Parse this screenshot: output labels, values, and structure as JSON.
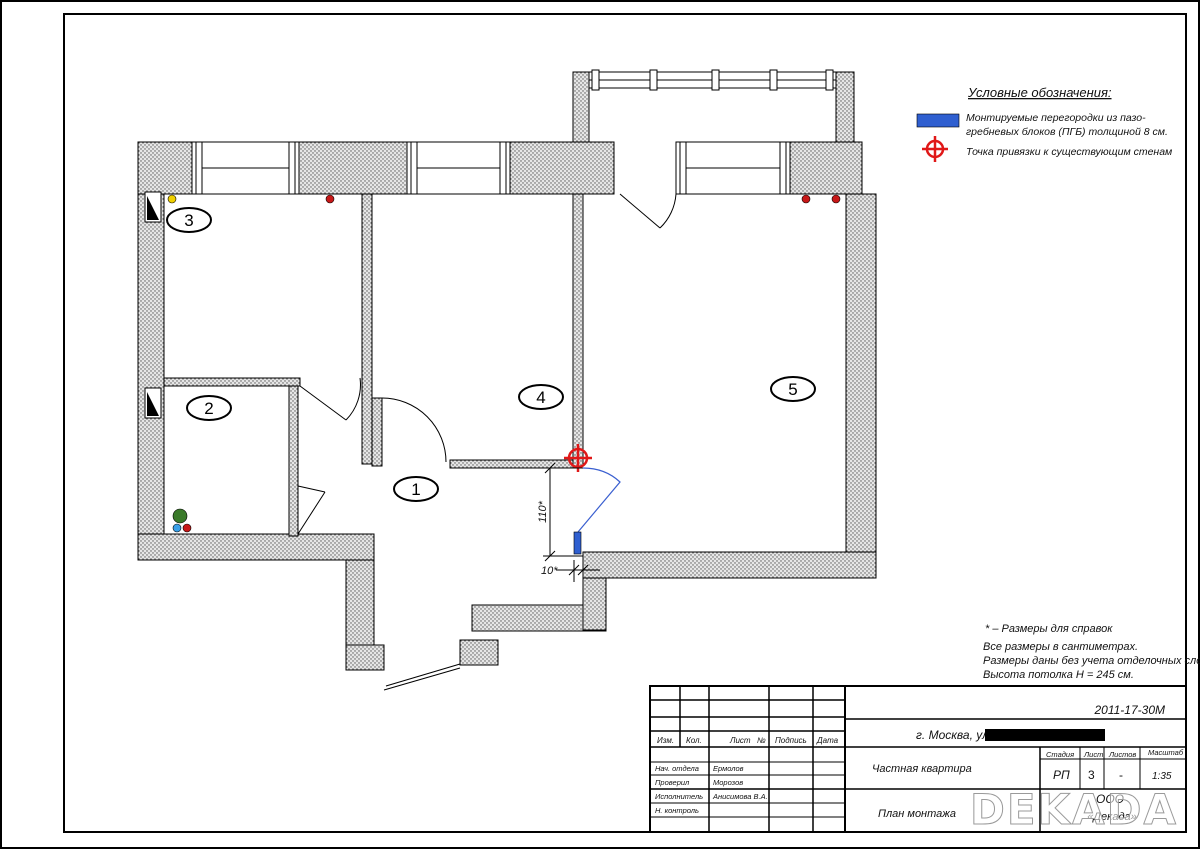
{
  "legend": {
    "title": "Условные обозначения:",
    "partition_line1": "Монтируемые перегородки из пазо-",
    "partition_line2": "гребневых блоков (ПГБ) толщиной 8 см.",
    "anchor": "Точка привязки к существующим стенам",
    "partition_color": "#2f5fd0",
    "anchor_color": "#e01818"
  },
  "rooms": [
    "1",
    "2",
    "3",
    "4",
    "5"
  ],
  "dimensions": {
    "vertical": "110*",
    "horizontal": "10*"
  },
  "notes": [
    "* – Размеры для справок",
    "Все размеры в сантиметрах.",
    "Размеры даны без учета отделочных слоев.",
    "Высота потолка H = 245 см."
  ],
  "title_block": {
    "code": "2011-17-30М",
    "address": "г. Москва, ул.",
    "headers": [
      "Изм.",
      "Кол.",
      "Лист",
      "№",
      "Подпись",
      "Дата"
    ],
    "roles": [
      "Нач. отдела",
      "Проверил",
      "Исполнитель",
      "Н. контроль"
    ],
    "names": [
      "Ермолов",
      "Морозов",
      "Анисимова В.А.",
      ""
    ],
    "object": "Частная квартира",
    "sheet_title": "План монтажа",
    "stage_headers": [
      "Стадия",
      "Лист",
      "Листов",
      "Масштаб"
    ],
    "stage_values": [
      "РП",
      "3",
      "-",
      "1:35"
    ],
    "org_line1": "ООО",
    "org_line2": "«Декада»",
    "watermark": "DEKADA"
  },
  "colors": {
    "wall_fill": "#cfcfcf",
    "dot_red": "#c81818",
    "dot_yellow": "#f0d000",
    "dot_green": "#3a7a2a",
    "dot_blue": "#3aa0e8"
  }
}
